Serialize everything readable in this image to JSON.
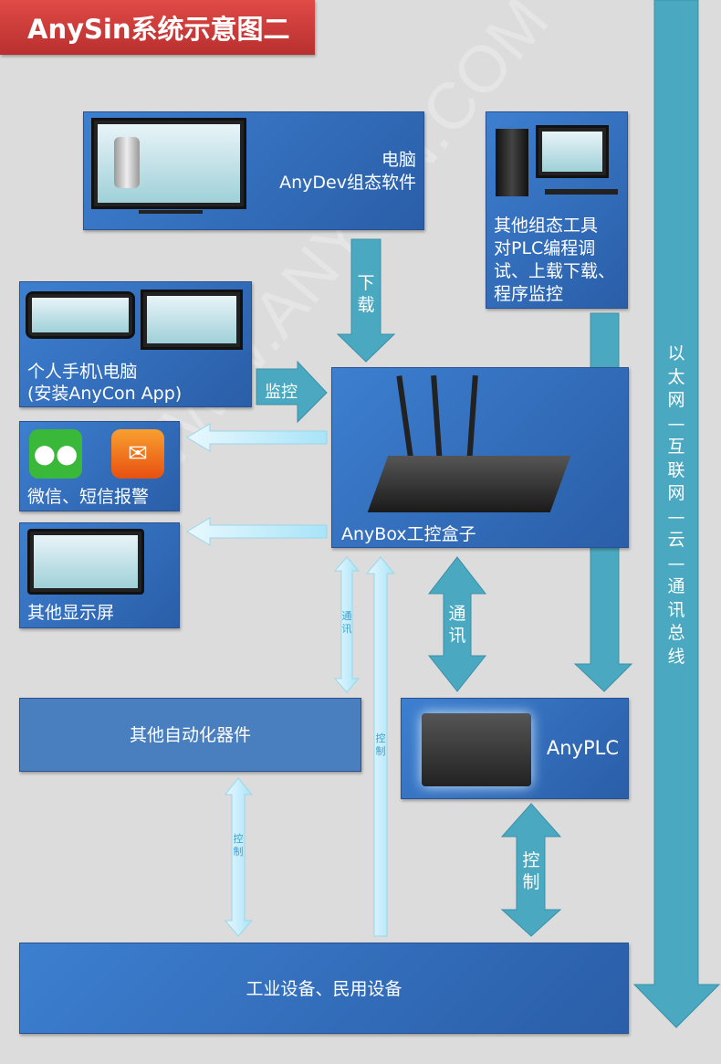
{
  "title": "AnySin系统示意图二",
  "watermark": "WWW.ANYSIN.COM",
  "pc": {
    "line1": "电脑",
    "line2": "AnyDev组态软件"
  },
  "other_tools": {
    "lines": [
      "其他组态工具",
      "对PLC编程调",
      "试、上载下载、",
      "程序监控"
    ]
  },
  "phone": {
    "line1": "个人手机\\电脑",
    "line2": "(安装AnyCon App)"
  },
  "alert": {
    "label": "微信、短信报警"
  },
  "screen": {
    "label": "其他显示屏"
  },
  "anybox": {
    "label": "AnyBox工控盒子"
  },
  "automation": {
    "label": "其他自动化器件"
  },
  "anyplc": {
    "label": "AnyPLC"
  },
  "industrial": {
    "label": "工业设备、民用设备"
  },
  "arrows": {
    "download": "下载",
    "monitor": "监控",
    "comm_small": "通讯",
    "control_small1": "控制",
    "comm_big": "通讯",
    "control_small2": "控制",
    "control_big": "控制",
    "ethernet": "以太网—互联网—云—通讯总线"
  },
  "colors": {
    "box": "#3d7fd0",
    "teal": "#4aa8c0",
    "light": "#c8f0fc",
    "title": "#d03e3c"
  }
}
